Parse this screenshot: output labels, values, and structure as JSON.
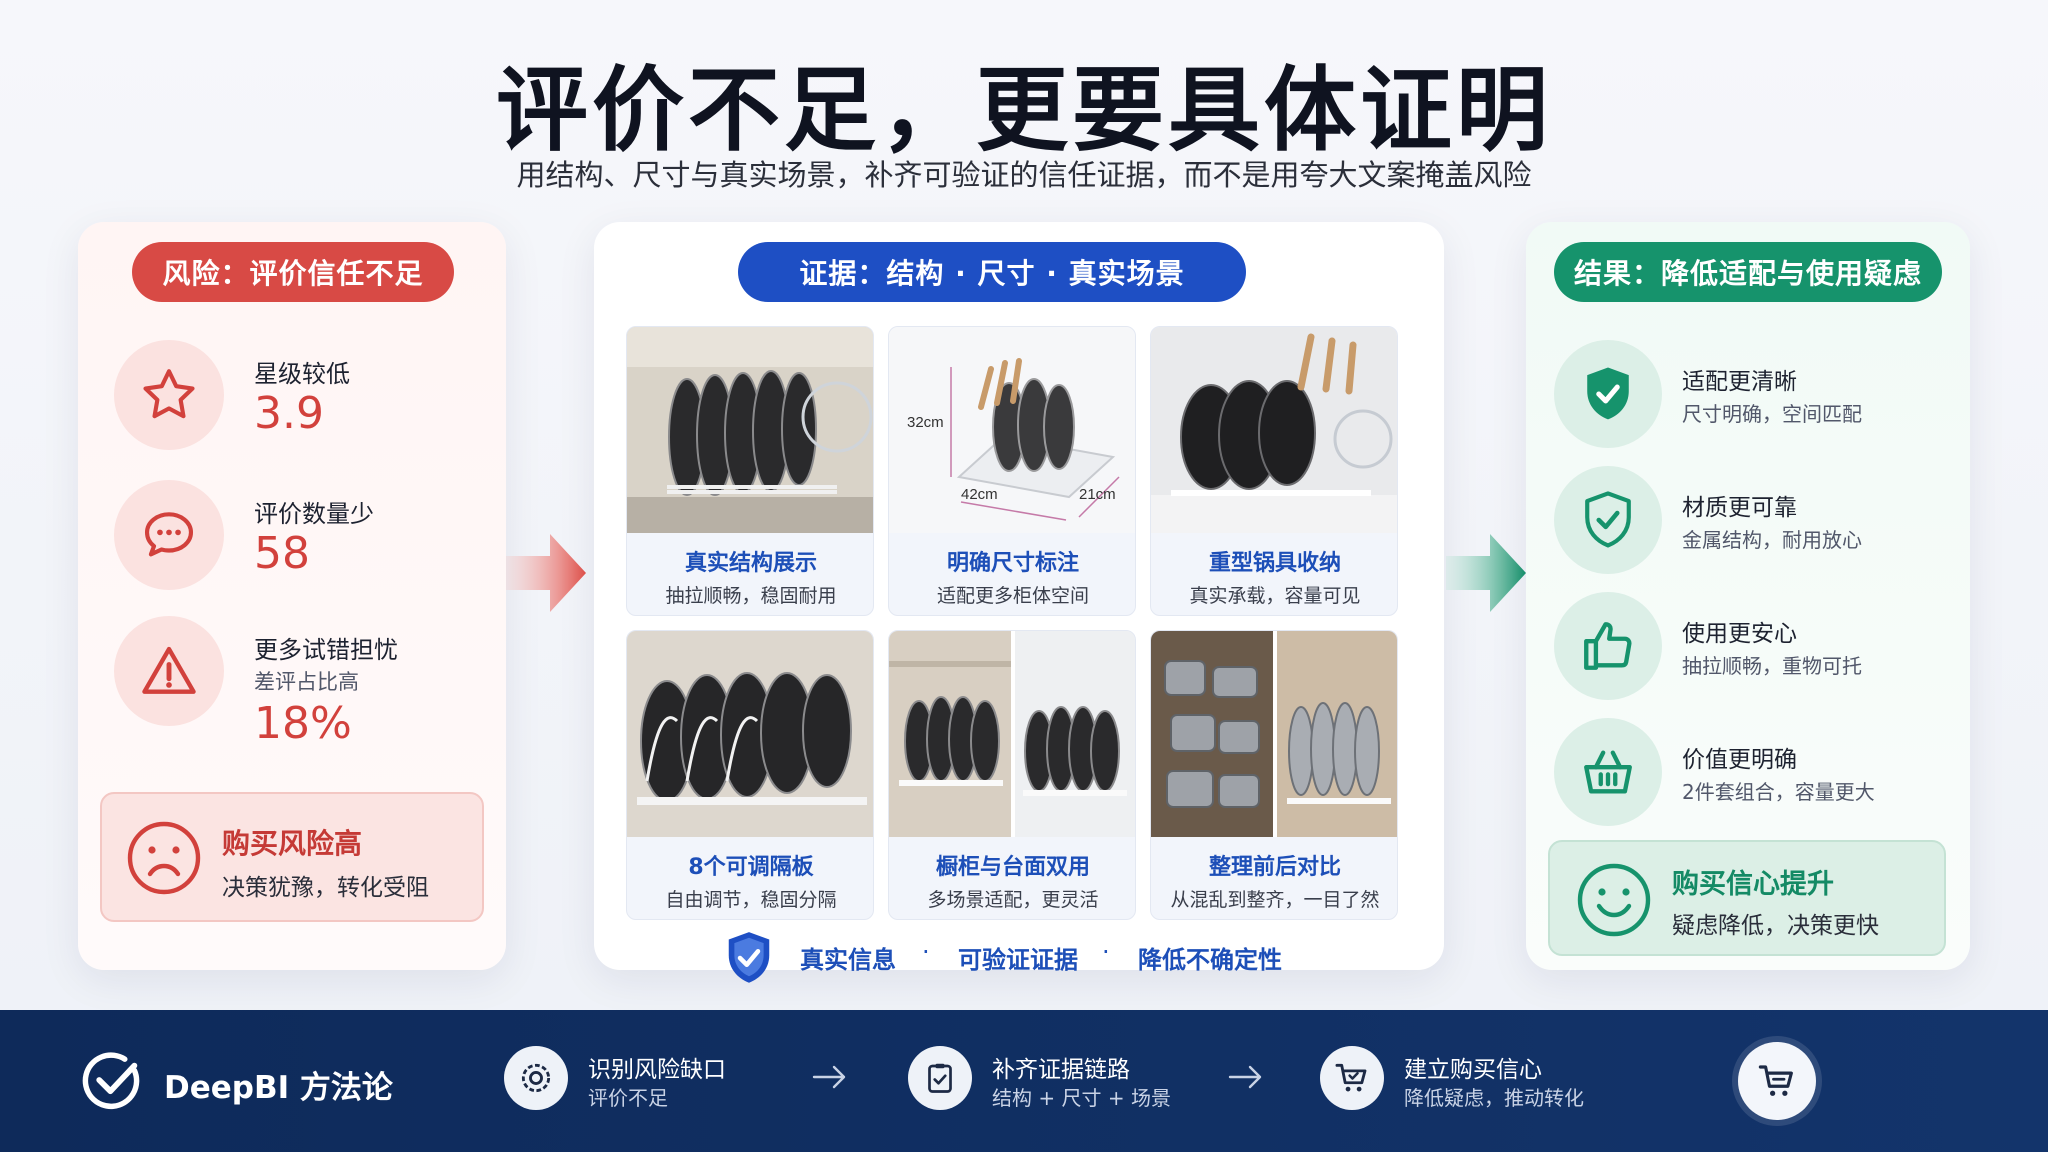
{
  "header": {
    "title": "评价不足，更要具体证明",
    "subtitle": "用结构、尺寸与真实场景，补齐可验证的信任证据，而不是用夸大文案掩盖风险"
  },
  "left": {
    "pill": "风险：评价信任不足",
    "metrics": [
      {
        "label": "星级较低",
        "value": "3.9",
        "icon": "star-icon"
      },
      {
        "label": "评价数量少",
        "value": "58",
        "icon": "chat-icon"
      },
      {
        "label": "更多试错担忧",
        "sub": "差评占比高",
        "value": "18%",
        "icon": "warning-icon"
      }
    ],
    "risk": {
      "title": "购买风险高",
      "sub": "决策犹豫，转化受阻"
    }
  },
  "mid": {
    "pill": "证据：结构 · 尺寸 · 真实场景",
    "cards": [
      {
        "title": "真实结构展示",
        "sub": "抽拉顺畅，稳固耐用"
      },
      {
        "title": "明确尺寸标注",
        "sub": "适配更多柜体空间",
        "dims": [
          "32cm",
          "42cm",
          "21cm"
        ]
      },
      {
        "title": "重型锅具收纳",
        "sub": "真实承载，容量可见"
      },
      {
        "title": "8个可调隔板",
        "sub": "自由调节，稳固分隔"
      },
      {
        "title": "橱柜与台面双用",
        "sub": "多场景适配，更灵活"
      },
      {
        "title": "整理前后对比",
        "sub": "从混乱到整齐，一目了然"
      }
    ],
    "footer": [
      "真实信息",
      "可验证证据",
      "降低不确定性"
    ],
    "dot": "·"
  },
  "right": {
    "pill": "结果：降低适配与使用疑虑",
    "items": [
      {
        "title": "适配更清晰",
        "sub": "尺寸明确，空间匹配",
        "icon": "check-badge-icon"
      },
      {
        "title": "材质更可靠",
        "sub": "金属结构，耐用放心",
        "icon": "shield-check-icon"
      },
      {
        "title": "使用更安心",
        "sub": "抽拉顺畅，重物可托",
        "icon": "thumbs-up-icon"
      },
      {
        "title": "价值更明确",
        "sub": "2件套组合，容量更大",
        "icon": "basket-icon"
      }
    ],
    "ok": {
      "title": "购买信心提升",
      "sub": "疑虑降低，决策更快"
    }
  },
  "footer": {
    "brand": "DeepBI 方法论",
    "steps": [
      {
        "title": "识别风险缺口",
        "sub": "评价不足"
      },
      {
        "title": "补齐证据链路",
        "sub": "结构 + 尺寸 + 场景"
      },
      {
        "title": "建立购买信心",
        "sub": "降低疑虑，推动转化"
      }
    ]
  },
  "colors": {
    "red": "#d84a45",
    "blue": "#1e4fc4",
    "green": "#16936c",
    "navy": "#0e2a5a"
  }
}
